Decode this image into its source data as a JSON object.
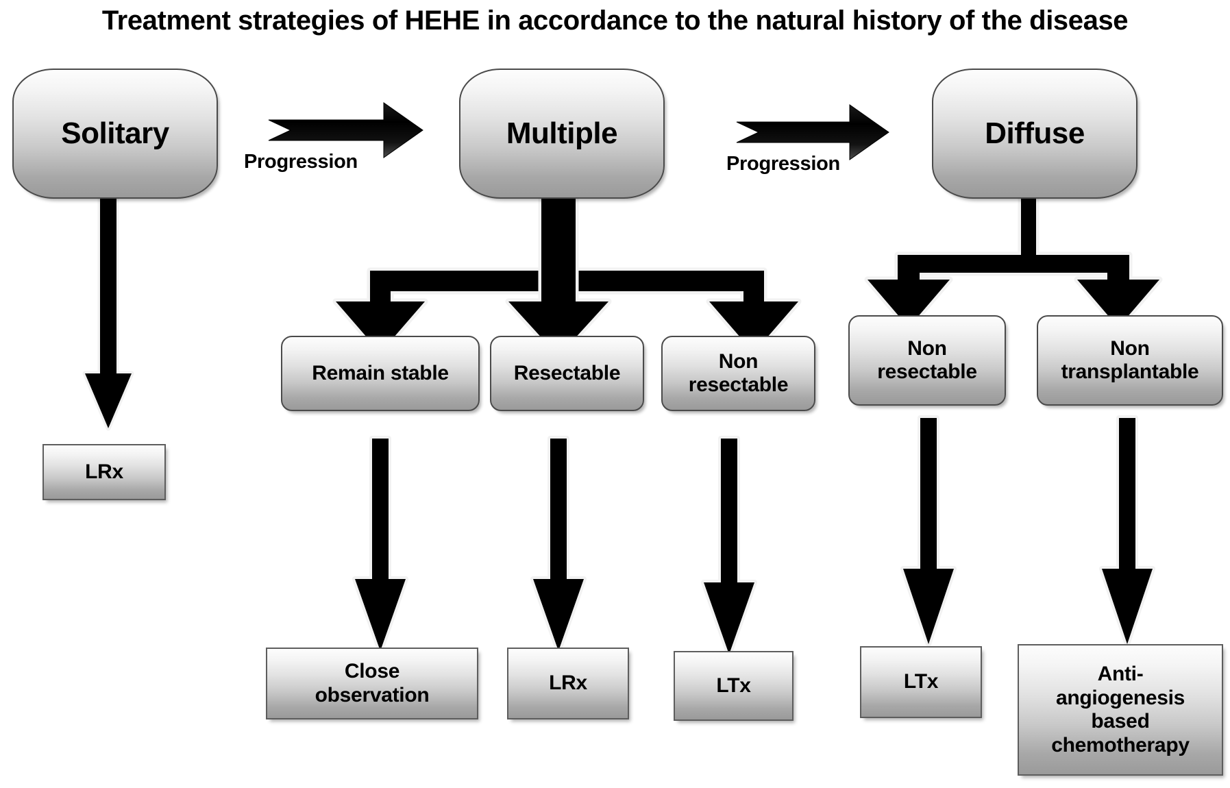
{
  "title": "Treatment strategies of HEHE in accordance to the natural history of the disease",
  "colors": {
    "node_fill_top": "#fdfdfd",
    "node_fill_bottom": "#9a9a9a",
    "node_border": "#4a4a4a",
    "terminal_border": "#5d5d5d",
    "arrow_fill": "#000000",
    "arrow_outline": "#f2f2f2",
    "text": "#000000",
    "background": "#ffffff"
  },
  "stages": [
    {
      "id": "solitary",
      "label": "Solitary"
    },
    {
      "id": "multiple",
      "label": "Multiple"
    },
    {
      "id": "diffuse",
      "label": "Diffuse"
    }
  ],
  "progression_labels": [
    {
      "id": "progression-1",
      "label": "Progression"
    },
    {
      "id": "progression-2",
      "label": "Progression"
    }
  ],
  "classifications": [
    {
      "id": "remain-stable",
      "label": "Remain stable",
      "lines": [
        "Remain stable"
      ]
    },
    {
      "id": "resectable",
      "label": "Resectable",
      "lines": [
        "Resectable"
      ]
    },
    {
      "id": "non-resectable-mul",
      "label": "Non resectable",
      "lines": [
        "Non",
        "resectable"
      ]
    },
    {
      "id": "non-resectable-dif",
      "label": "Non resectable",
      "lines": [
        "Non",
        "resectable"
      ]
    },
    {
      "id": "non-transplantable",
      "label": "Non transplantable",
      "lines": [
        "Non",
        "transplantable"
      ]
    }
  ],
  "treatments": [
    {
      "id": "lrx-solitary",
      "label": "LRx",
      "lines": [
        "LRx"
      ]
    },
    {
      "id": "close-observation",
      "label": "Close observation",
      "lines": [
        "Close",
        "observation"
      ]
    },
    {
      "id": "lrx-resectable",
      "label": "LRx",
      "lines": [
        "LRx"
      ]
    },
    {
      "id": "ltx-multiple",
      "label": "LTx",
      "lines": [
        "LTx"
      ]
    },
    {
      "id": "ltx-diffuse",
      "label": "LTx",
      "lines": [
        "LTx"
      ]
    },
    {
      "id": "anti-angiogenesis",
      "label": "Anti-angiogenesis based chemotherapy",
      "lines": [
        "Anti-",
        "angiogenesis",
        "based",
        "chemotherapy"
      ]
    }
  ],
  "flow": {
    "solitary_to_lrx": "LRx",
    "multiple_branches": [
      "Remain stable",
      "Resectable",
      "Non resectable"
    ],
    "diffuse_branches": [
      "Non resectable",
      "Non transplantable"
    ],
    "remain_stable_to": "Close observation",
    "resectable_to": "LRx",
    "non_resectable_multiple_to": "LTx",
    "non_resectable_diffuse_to": "LTx",
    "non_transplantable_to": "Anti-angiogenesis based chemotherapy"
  }
}
